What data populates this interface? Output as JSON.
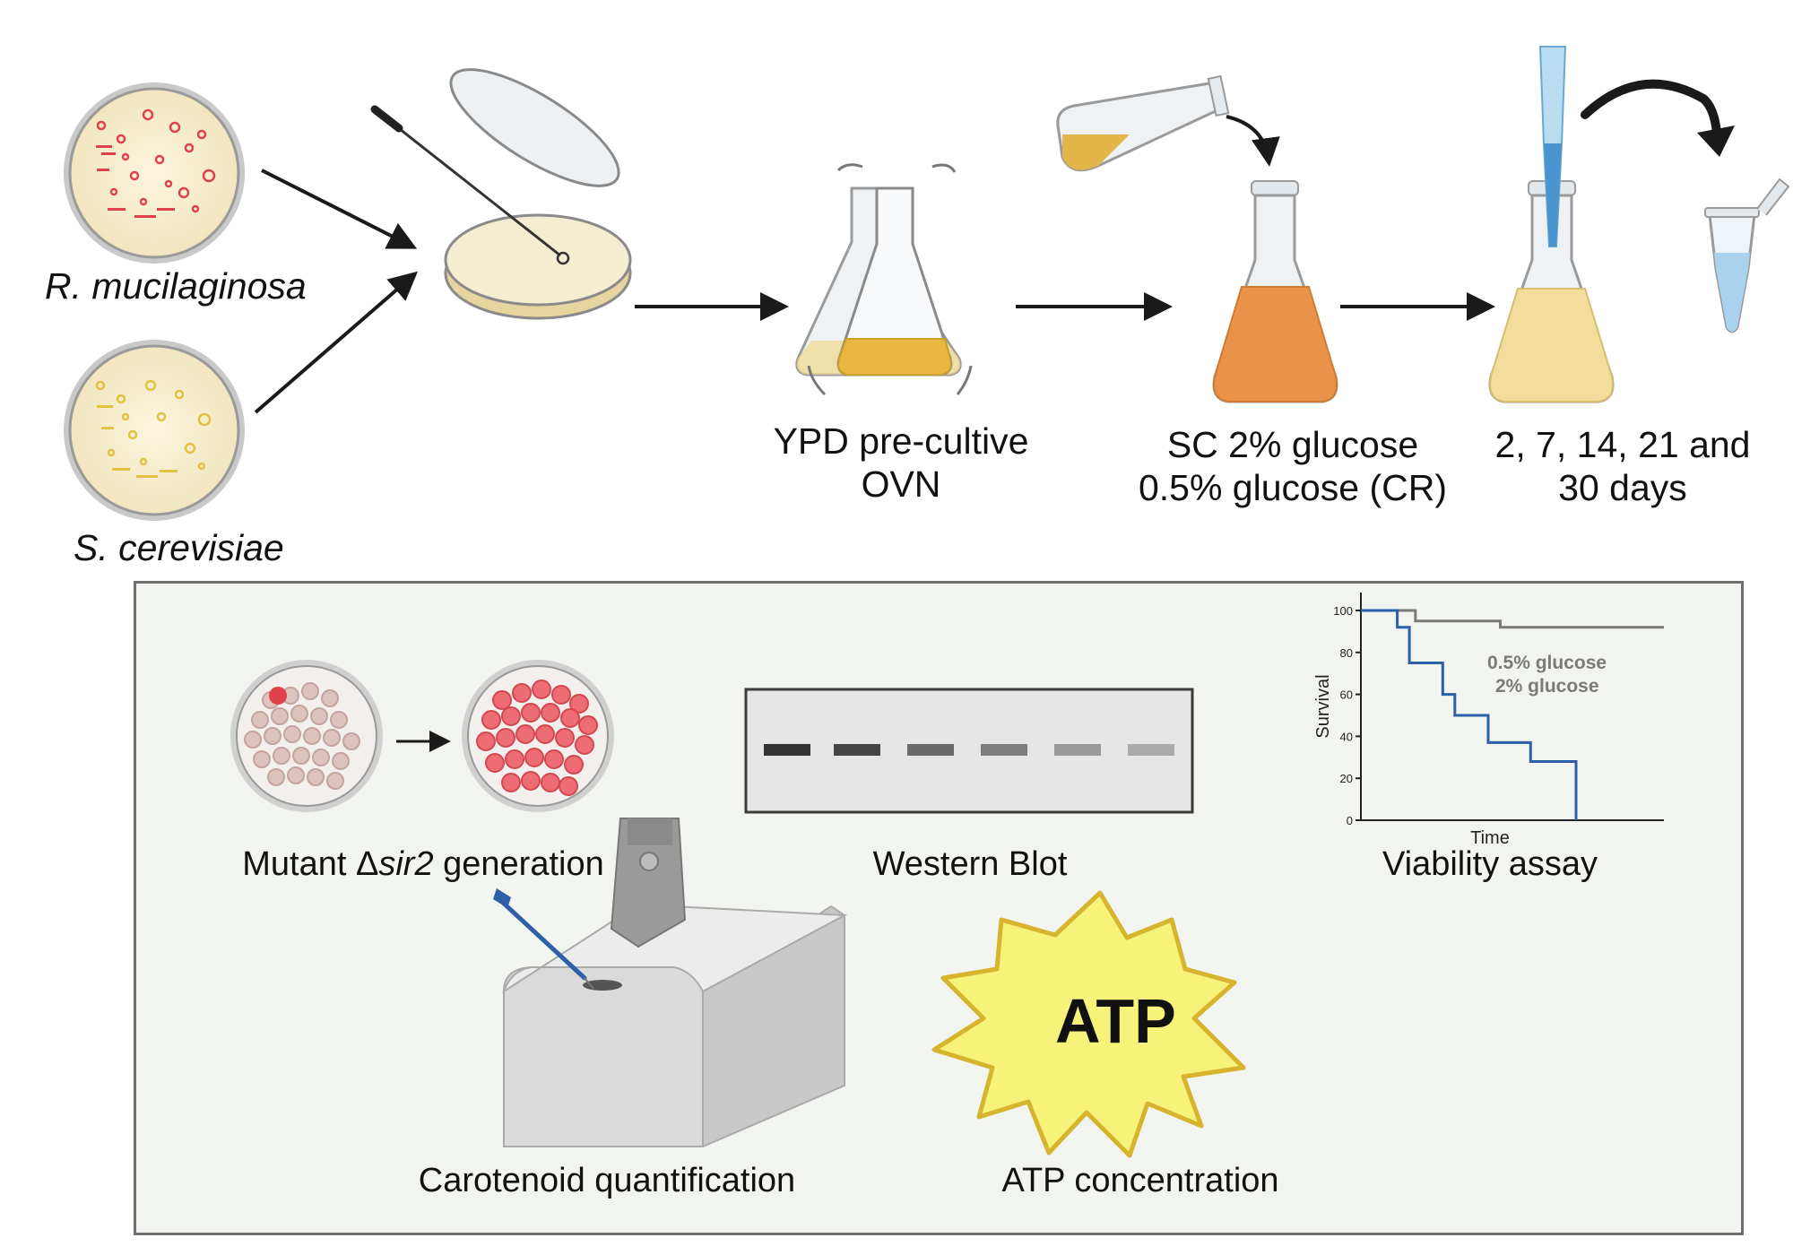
{
  "organisms": {
    "r_mucilaginosa": "R. mucilaginosa",
    "s_cerevisiae": "S. cerevisiae"
  },
  "steps": {
    "preculture": [
      "YPD pre-cultive",
      "OVN"
    ],
    "media": [
      "SC 2% glucose",
      "0.5% glucose (CR)"
    ],
    "timepoints": [
      "2, 7, 14, 21 and",
      "30 days"
    ]
  },
  "assays": {
    "mutant_prefix": "Mutant Δ",
    "mutant_gene": "sir2",
    "mutant_suffix": " generation",
    "western_blot": "Western Blot",
    "viability": "Viability assay",
    "carotenoid": "Carotenoid quantification",
    "atp_burst": "ATP",
    "atp_concentration": "ATP concentration"
  },
  "colors": {
    "red_colony": "#e0414b",
    "yellow_colony": "#e8c84a",
    "panel_bg": "#f2f5ef",
    "series_low_glucose": "#7a7a7a",
    "series_high_glucose": "#2b5fa8",
    "atp_star": "#f6f27a"
  },
  "chart_data": {
    "type": "line",
    "xlabel": "Time",
    "ylabel": "Survival",
    "ylim": [
      0,
      100
    ],
    "yticks": [
      0,
      20,
      40,
      60,
      80,
      100
    ],
    "step": true,
    "series": [
      {
        "name": "0.5% glucose",
        "color": "#7a7a7a",
        "x": [
          0,
          18,
          18,
          46,
          46,
          100
        ],
        "y": [
          100,
          100,
          95,
          95,
          92,
          92
        ]
      },
      {
        "name": "2% glucose",
        "color": "#2b5fa8",
        "x": [
          0,
          12,
          12,
          16,
          16,
          27,
          27,
          31,
          31,
          42,
          42,
          56,
          56,
          71,
          71
        ],
        "y": [
          100,
          100,
          92,
          92,
          75,
          75,
          60,
          60,
          50,
          50,
          37,
          37,
          28,
          28,
          0
        ]
      }
    ]
  }
}
